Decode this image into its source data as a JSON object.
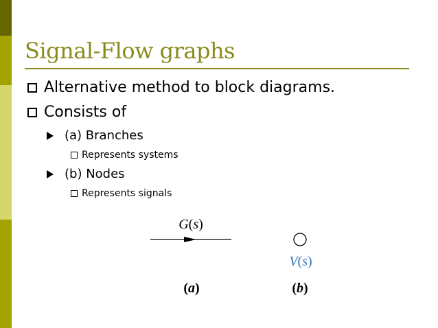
{
  "slide": {
    "title": "Signal-Flow graphs",
    "bullets_l1": [
      "Alternative method to block diagrams.",
      "Consists of"
    ],
    "branches": {
      "label": "(a) Branches",
      "detail": "Represents systems"
    },
    "nodes": {
      "label": "(b) Nodes",
      "detail": "Represents signals"
    }
  },
  "diagram": {
    "branch_gain": "G(s)",
    "branch_gain_parts": {
      "func": "G",
      "open": "(",
      "var": "s",
      "close": ")"
    },
    "node_signal_parts": {
      "func": "V",
      "open": "(",
      "var": "s",
      "close": ")"
    },
    "caption_a": {
      "open": "(",
      "letter": "a",
      "close": ")"
    },
    "caption_b": {
      "open": "(",
      "letter": "b",
      "close": ")"
    },
    "node_signal_color": "#2e75b6"
  }
}
